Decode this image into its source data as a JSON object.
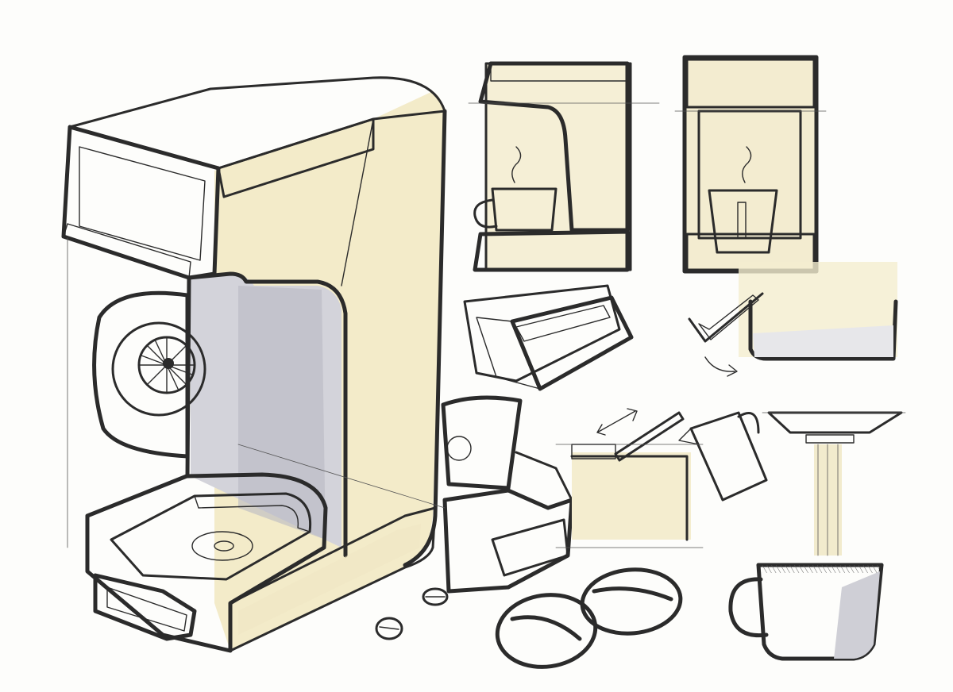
{
  "sketch": {
    "subject": "coffee-machine-concept-sketch",
    "colors": {
      "paper": "#fdfdfb",
      "ink": "#2b2b2b",
      "marker_cream": "#efe6c2",
      "marker_cream_light": "#f5efd6",
      "marker_gray": "#c9c9cf",
      "marker_gray_dark": "#a9a9b2",
      "marker_blue_tint": "#dde8ea"
    },
    "elements": [
      "main-coffee-machine-perspective",
      "side-view-with-cup",
      "front-view-with-cup",
      "drip-tray-drawer-detail",
      "hinge-rotation-detail",
      "small-machine-view",
      "water-tank-lid-detail",
      "portafilter-pour-detail",
      "coffee-beans",
      "coffee-cup"
    ]
  }
}
